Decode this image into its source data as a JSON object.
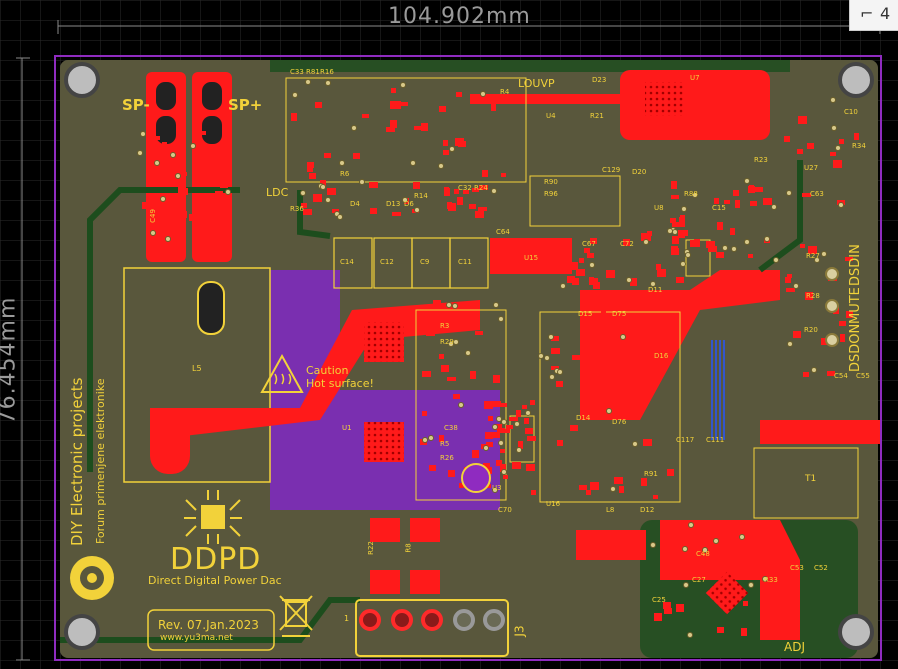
{
  "dimensions": {
    "width": "104.902mm",
    "height": "76.454mm"
  },
  "corner_tool": {
    "glyph_main": "⌐",
    "glyph_extra": "4"
  },
  "labels": {
    "sp_minus": "SP-",
    "sp_plus": "SP+",
    "ldc": "LDC",
    "louvp": "LOUVP",
    "caution_1": "Caution",
    "caution_2": "Hot surface!",
    "dsdon": "DSDON",
    "mute": "MUTE",
    "dsdin": "DSDIN",
    "adj": "ADJ",
    "j3": "J3",
    "t1": "T1",
    "l5": "L5",
    "one": "1"
  },
  "branding": {
    "project_title": "DIY Electronic projects",
    "project_subtitle": "Forum primenjene elektronike",
    "product_name": "DDPD",
    "product_desc": "Direct Digital Power Dac",
    "revision": "Rev. 07.Jan.2023",
    "website": "www.yu3ma.net"
  },
  "refs": {
    "c14": "C14",
    "c12": "C12",
    "c9": "C9",
    "c11": "C11",
    "c64": "C64",
    "c67": "C67",
    "c72": "C72",
    "u15": "U15",
    "u1": "U1",
    "u16": "U16",
    "u3": "U3",
    "u4": "U4",
    "u7": "U7",
    "u8": "U8",
    "u27": "U27",
    "d23": "D23",
    "d11": "D11",
    "d12": "D12",
    "c70": "C70",
    "l8": "L8",
    "c10": "C10",
    "r34": "R34",
    "c54": "C54",
    "c55": "C55",
    "c53": "C53",
    "c52": "C52",
    "r27": "R27",
    "r28": "R28",
    "r20": "R20",
    "c33": "C33",
    "r81": "R81",
    "r16": "R16",
    "r4": "R4",
    "r21": "R21",
    "r6": "R6",
    "r36": "R36",
    "d4": "D4",
    "d13": "D13",
    "d6": "D6",
    "r14": "R14",
    "c32": "C32",
    "r24": "R24",
    "r90": "R90",
    "r96": "R96",
    "c129": "C129",
    "d20": "D20",
    "r88": "R88",
    "c15": "C15",
    "r23": "R23",
    "c63": "C63",
    "r3": "R3",
    "r29": "R29",
    "c38": "C38",
    "r5": "R5",
    "r26": "R26",
    "c117": "C117",
    "c111": "C111",
    "r91": "R91",
    "c48": "C48",
    "r33": "R33",
    "c27": "C27",
    "c25": "C25",
    "r22": "R22",
    "r8": "R8",
    "d14": "D14",
    "d15": "D15",
    "d76": "D76",
    "d75": "D75",
    "d16": "D16",
    "c49": "C49"
  },
  "colors": {
    "board": "#59573c",
    "copper": "#ff1a1a",
    "silk": "#f2d23a",
    "inner": "#1a4a1a",
    "via_plane": "#7a2fb0"
  }
}
